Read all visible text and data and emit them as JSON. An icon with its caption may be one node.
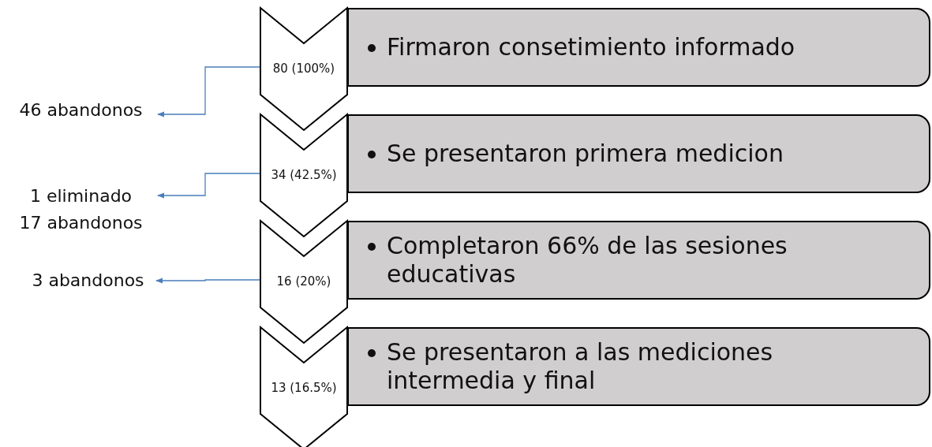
{
  "diagram": {
    "nodes": [
      {
        "text": [
          "80 (100%)"
        ]
      },
      {
        "text": [
          "Firmaron consetimiento informado"
        ]
      },
      {
        "text": [
          "34 (42.5%)"
        ]
      },
      {
        "text": [
          "Se presentaron primera medicion"
        ]
      },
      {
        "text": [
          "16 (20%)"
        ]
      },
      {
        "text": [
          "Completaron 66% de las sesiones educativas"
        ]
      },
      {
        "text": [
          "13 (16.5%)"
        ]
      },
      {
        "text": [
          "Se presentaron a las mediciones intermedia y final"
        ]
      },
      {
        "text": [
          "46 abandonos"
        ]
      },
      {
        "text": [
          "1 eliminado",
          "17 abandonos"
        ]
      },
      {
        "text": [
          "3 abandonos"
        ]
      }
    ],
    "edges": [
      {
        "from": 0,
        "to": 8,
        "arrow": "to"
      },
      {
        "from": 2,
        "to": 9,
        "arrow": "to"
      },
      {
        "from": 4,
        "to": 10,
        "arrow": "to"
      }
    ]
  }
}
